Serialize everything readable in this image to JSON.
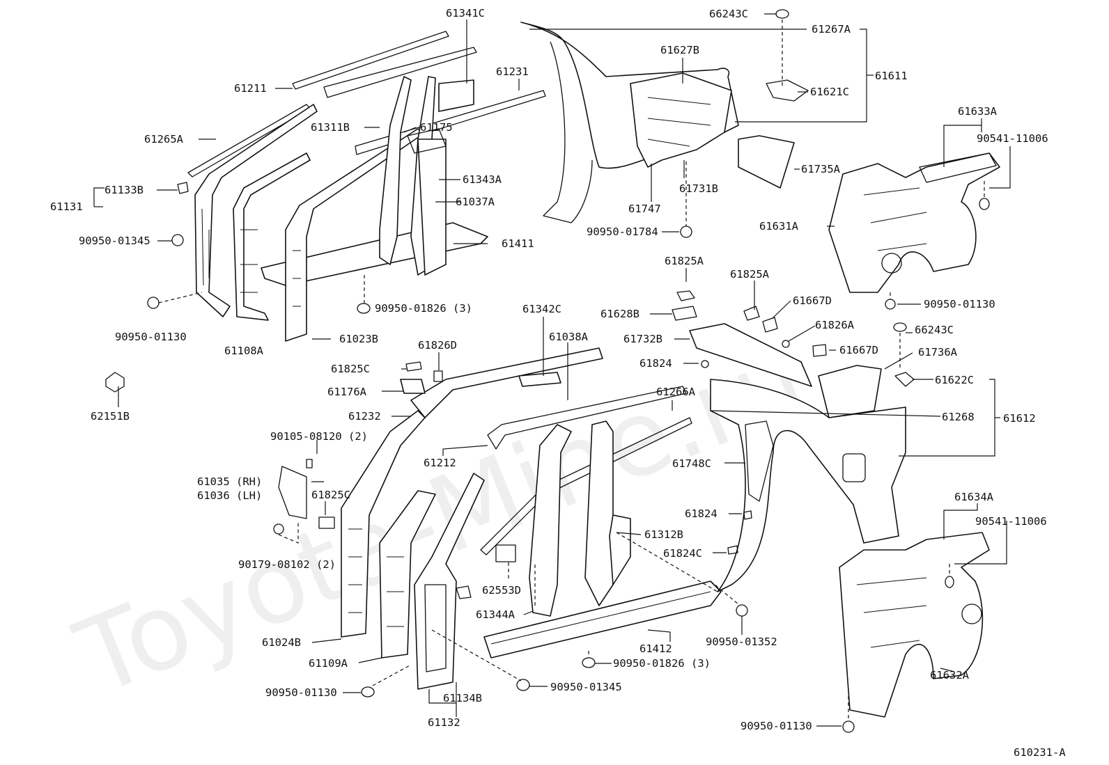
{
  "watermark": "Toyota-Mine.ru",
  "diagram_code": "610231-A",
  "labels": {
    "l61341C": "61341C",
    "l66243C_top": "66243C",
    "l61267A": "61267A",
    "l61611": "61611",
    "l61627B": "61627B",
    "l61621C": "61621C",
    "l61231": "61231",
    "l61211": "61211",
    "l61311B": "61311B",
    "l61175": "61175",
    "l61265A": "61265A",
    "l61343A": "61343A",
    "l61735A": "61735A",
    "l61633A": "61633A",
    "l90541_top": "90541-11006",
    "l61133B": "61133B",
    "l61131": "61131",
    "l61037A": "61037A",
    "l61731B": "61731B",
    "l61747": "61747",
    "l90950_01345_top": "90950-01345",
    "l61411": "61411",
    "l90950_01784": "90950-01784",
    "l61631A": "61631A",
    "l61825A_1": "61825A",
    "l61825A_2": "61825A",
    "l61667D_1": "61667D",
    "l90950_01130_right": "90950-01130",
    "l90950_01826_top": "90950-01826 (3)",
    "l61628B": "61628B",
    "l61342C": "61342C",
    "l61826A": "61826A",
    "l90950_01130_left": "90950-01130",
    "l66243C_mid": "66243C",
    "l61108A": "61108A",
    "l61023B": "61023B",
    "l61038A": "61038A",
    "l61732B": "61732B",
    "l61667D_2": "61667D",
    "l61826D": "61826D",
    "l61736A": "61736A",
    "l61825C_1": "61825C",
    "l61824_1": "61824",
    "l61622C": "61622C",
    "l61176A": "61176A",
    "l62151B": "62151B",
    "l61266A": "61266A",
    "l61232": "61232",
    "l61268": "61268",
    "l61612": "61612",
    "l90105": "90105-08120 (2)",
    "l61212": "61212",
    "l61748C": "61748C",
    "l61035": "61035 (RH)",
    "l61036": "61036 (LH)",
    "l61825C_2": "61825C",
    "l61634A": "61634A",
    "l61824_2": "61824",
    "l90541_bot": "90541-11006",
    "l61312B": "61312B",
    "l90179": "90179-08102 (2)",
    "l61824C": "61824C",
    "l62553D": "62553D",
    "l61344A": "61344A",
    "l61024B": "61024B",
    "l90950_01352": "90950-01352",
    "l61412": "61412",
    "l61109A": "61109A",
    "l90950_01826_bot": "90950-01826 (3)",
    "l61632A": "61632A",
    "l90950_01130_bot": "90950-01130",
    "l90950_01345_bot": "90950-01345",
    "l61134B": "61134B",
    "l61132": "61132",
    "l90950_01130_br": "90950-01130"
  }
}
